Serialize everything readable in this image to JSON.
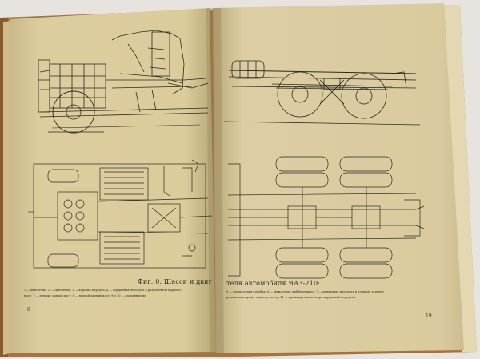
{
  "book": {
    "left_page": {
      "caption_title": "Фиг. 0. Шасси и двиг",
      "caption_lines": [
        "1 — двигатель; 2 — сцепление; 3 — коробка передач; 4 — карданная передача к раздаточной коробке;",
        "мост; 7 — первый задний мост; 8 — второй задний мост; 9 и 10 — карданная пе"
      ],
      "page_number": "8"
    },
    "right_page": {
      "caption_title": "теля автомобиля ЯАЗ-210:",
      "caption_lines": [
        "5 — раздаточная коробка; 6 — межосевой дифференциал; 7 — карданная передача к первому заднему",
        "редача ко второму заднему мосту; 11 — промежуточная опора карданной передачи."
      ],
      "page_number": "19"
    }
  },
  "colors": {
    "background": "#e7e4e0",
    "paper": "#dccd9f",
    "ink": "#2e2a22",
    "cover": "#b07e4a"
  }
}
